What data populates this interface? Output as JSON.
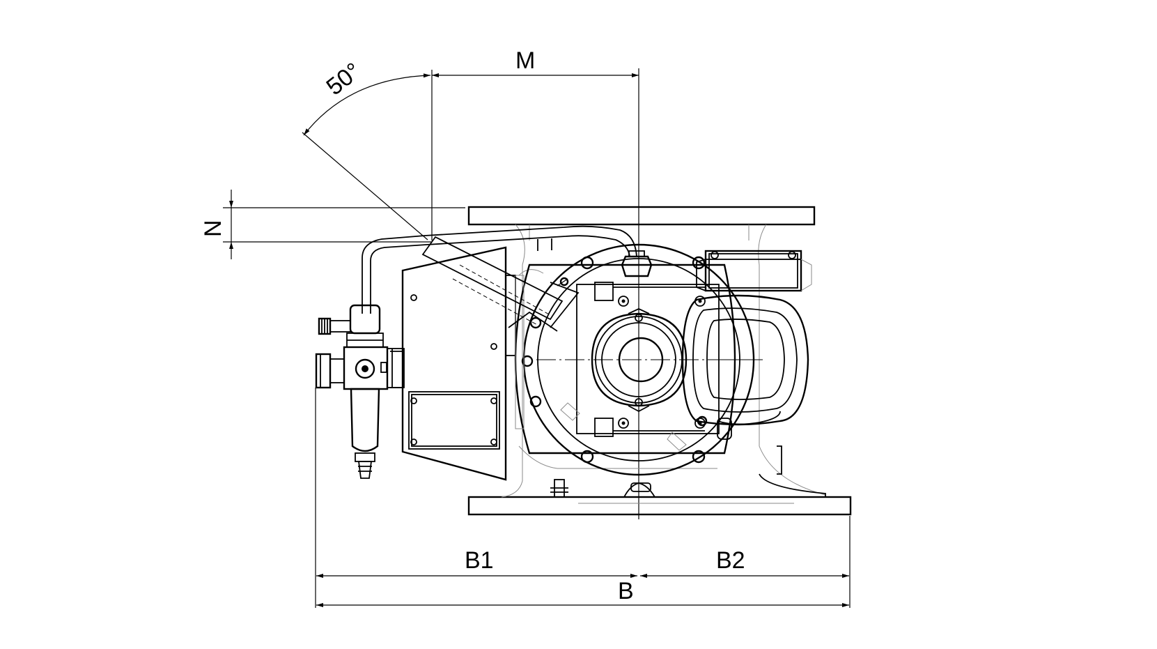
{
  "drawing": {
    "labels": {
      "angle": "50°",
      "m": "M",
      "n": "N",
      "b1": "B1",
      "b2": "B2",
      "b": "B"
    },
    "colors": {
      "line": "#000000",
      "hidden_detail": "#8a8a8a",
      "background": "#ffffff"
    }
  }
}
